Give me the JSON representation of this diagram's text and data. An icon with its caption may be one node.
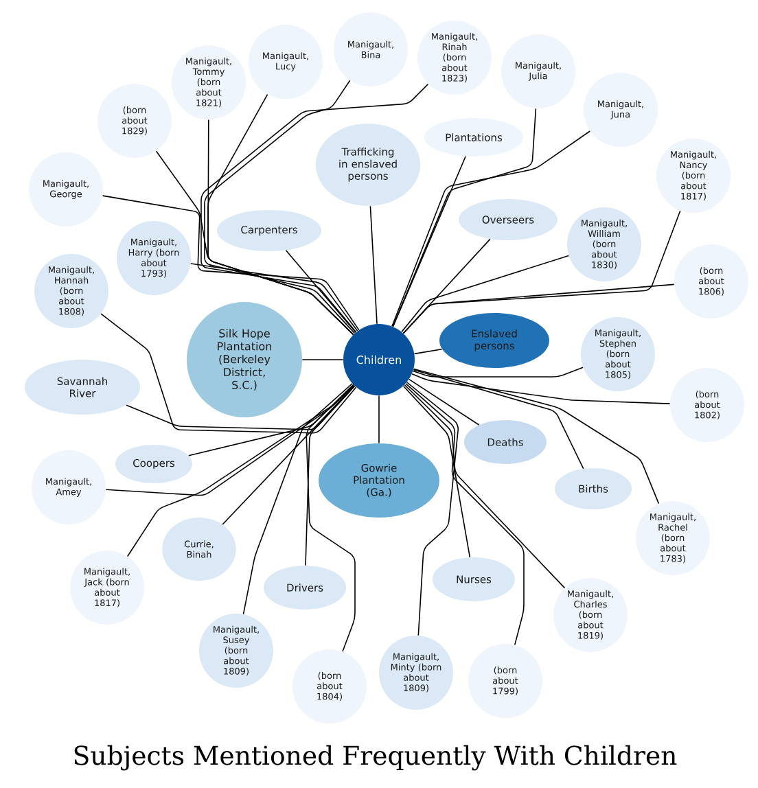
{
  "diagram": {
    "title": "Subjects Mentioned Frequently With Children",
    "nodes": [
      {
        "text": [
          "Children"
        ]
      },
      {
        "text": [
          "Enslaved persons"
        ]
      },
      {
        "text": [
          "Silk Hope Plantation (Berkeley District, S.C.)"
        ]
      },
      {
        "text": [
          "Gowrie Plantation (Ga.)"
        ]
      },
      {
        "text": [
          "Deaths"
        ]
      },
      {
        "text": [
          "Births"
        ]
      },
      {
        "text": [
          "Nurses"
        ]
      },
      {
        "text": [
          "Drivers"
        ]
      },
      {
        "text": [
          "Coopers"
        ]
      },
      {
        "text": [
          "Savannah River"
        ]
      },
      {
        "text": [
          "Carpenters"
        ]
      },
      {
        "text": [
          "Trafficking in enslaved persons"
        ]
      },
      {
        "text": [
          "Overseers"
        ]
      },
      {
        "text": [
          "Plantations"
        ]
      },
      {
        "text": [
          "Manigault, Lucy"
        ]
      },
      {
        "text": [
          "Manigault, Bina"
        ]
      },
      {
        "text": [
          "Manigault, Rinah (born about 1823)"
        ]
      },
      {
        "text": [
          "Manigault, Julia"
        ]
      },
      {
        "text": [
          "Manigault, Juna"
        ]
      },
      {
        "text": [
          "Manigault, Nancy (born about 1817)"
        ]
      },
      {
        "text": [
          "Manigault, William (born about 1830)"
        ]
      },
      {
        "text": [
          "(born about 1806)"
        ]
      },
      {
        "text": [
          "Manigault, Stephen (born about 1805)"
        ]
      },
      {
        "text": [
          "(born about 1802)"
        ]
      },
      {
        "text": [
          "Manigault, Rachel (born about 1783)"
        ]
      },
      {
        "text": [
          "Manigault, Charles (born about 1819)"
        ]
      },
      {
        "text": [
          "(born about 1799)"
        ]
      },
      {
        "text": [
          "Manigault, Minty (born about 1809)"
        ]
      },
      {
        "text": [
          "(born about 1804)"
        ]
      },
      {
        "text": [
          "Manigault, Susey (born about 1809)"
        ]
      },
      {
        "text": [
          "Currie, Binah"
        ]
      },
      {
        "text": [
          "Manigault, Jack (born about 1817)"
        ]
      },
      {
        "text": [
          "Manigault, Amey"
        ]
      },
      {
        "text": [
          "Manigault, Hannah (born about 1808)"
        ]
      },
      {
        "text": [
          "Manigault, Harry (born about 1793)"
        ]
      },
      {
        "text": [
          "Manigault, George"
        ]
      },
      {
        "text": [
          "(born about 1829)"
        ]
      },
      {
        "text": [
          "Manigault, Tommy (born about 1821)"
        ]
      }
    ],
    "edges": [
      {
        "from": 0,
        "to": 1,
        "arrow": "none"
      },
      {
        "from": 0,
        "to": 2,
        "arrow": "none"
      },
      {
        "from": 0,
        "to": 3,
        "arrow": "none"
      },
      {
        "from": 0,
        "to": 4,
        "arrow": "none"
      },
      {
        "from": 0,
        "to": 5,
        "arrow": "none"
      },
      {
        "from": 0,
        "to": 6,
        "arrow": "none"
      },
      {
        "from": 0,
        "to": 7,
        "arrow": "none"
      },
      {
        "from": 0,
        "to": 8,
        "arrow": "none"
      },
      {
        "from": 0,
        "to": 9,
        "arrow": "none"
      },
      {
        "from": 0,
        "to": 10,
        "arrow": "none"
      },
      {
        "from": 0,
        "to": 11,
        "arrow": "none"
      },
      {
        "from": 0,
        "to": 12,
        "arrow": "none"
      },
      {
        "from": 0,
        "to": 13,
        "arrow": "none"
      },
      {
        "from": 0,
        "to": 14,
        "arrow": "none"
      },
      {
        "from": 0,
        "to": 15,
        "arrow": "none"
      },
      {
        "from": 0,
        "to": 16,
        "arrow": "none"
      },
      {
        "from": 0,
        "to": 17,
        "arrow": "none"
      },
      {
        "from": 0,
        "to": 18,
        "arrow": "none"
      },
      {
        "from": 0,
        "to": 19,
        "arrow": "none"
      },
      {
        "from": 0,
        "to": 20,
        "arrow": "none"
      },
      {
        "from": 0,
        "to": 21,
        "arrow": "none"
      },
      {
        "from": 0,
        "to": 22,
        "arrow": "none"
      },
      {
        "from": 0,
        "to": 23,
        "arrow": "none"
      },
      {
        "from": 0,
        "to": 24,
        "arrow": "none"
      },
      {
        "from": 0,
        "to": 25,
        "arrow": "none"
      },
      {
        "from": 0,
        "to": 26,
        "arrow": "none"
      },
      {
        "from": 0,
        "to": 27,
        "arrow": "none"
      },
      {
        "from": 0,
        "to": 28,
        "arrow": "none"
      },
      {
        "from": 0,
        "to": 29,
        "arrow": "none"
      },
      {
        "from": 0,
        "to": 30,
        "arrow": "none"
      },
      {
        "from": 0,
        "to": 31,
        "arrow": "none"
      },
      {
        "from": 0,
        "to": 32,
        "arrow": "none"
      },
      {
        "from": 0,
        "to": 33,
        "arrow": "none"
      },
      {
        "from": 0,
        "to": 34,
        "arrow": "none"
      },
      {
        "from": 0,
        "to": 35,
        "arrow": "none"
      },
      {
        "from": 0,
        "to": 36,
        "arrow": "none"
      },
      {
        "from": 0,
        "to": 37,
        "arrow": "none"
      }
    ]
  }
}
